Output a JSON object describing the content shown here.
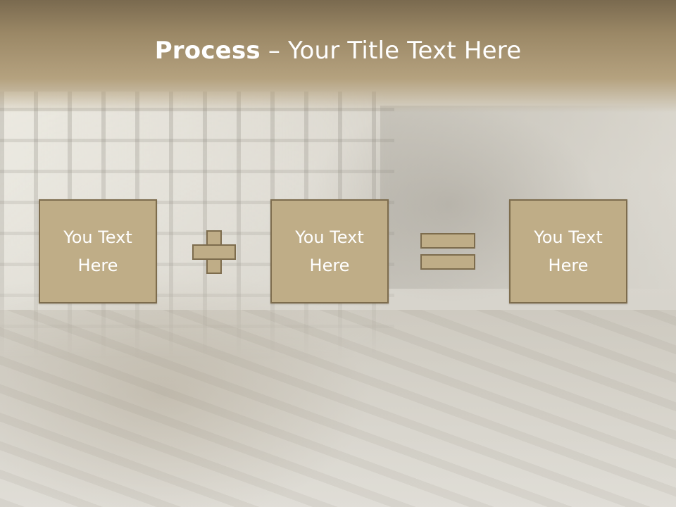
{
  "slide": {
    "title_bold": "Process",
    "title_rest": " – Your Title Text Here",
    "boxes": [
      {
        "label": "You Text\nHere"
      },
      {
        "label": "You Text\nHere"
      },
      {
        "label": "You Text\nHere"
      }
    ],
    "operators": [
      "plus-icon",
      "equals-icon"
    ],
    "colors": {
      "box_fill": "#bfad87",
      "box_border": "#7d6c4d",
      "title_band": "#9b8866",
      "text": "#ffffff"
    }
  }
}
